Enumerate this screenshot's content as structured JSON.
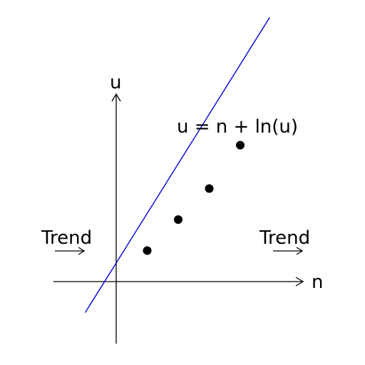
{
  "axes": {
    "x_label": "n",
    "y_label": "u"
  },
  "equation": "u = n + ln(u)",
  "trend_left_label": "Trend",
  "trend_right_label": "Trend",
  "colors": {
    "line": "#0000dd",
    "points": "#000000",
    "axes": "#000000"
  },
  "chart_data": {
    "type": "scatter",
    "points": [
      {
        "x": 1,
        "y": 1
      },
      {
        "x": 2,
        "y": 2
      },
      {
        "x": 3,
        "y": 3
      },
      {
        "x": 4,
        "y": 4.4
      }
    ],
    "line": {
      "slope": 1.6,
      "intercept": 0.6
    },
    "xlim": [
      -2,
      6
    ],
    "ylim": [
      -2,
      6.5
    ],
    "grid": false,
    "legend": "none"
  }
}
